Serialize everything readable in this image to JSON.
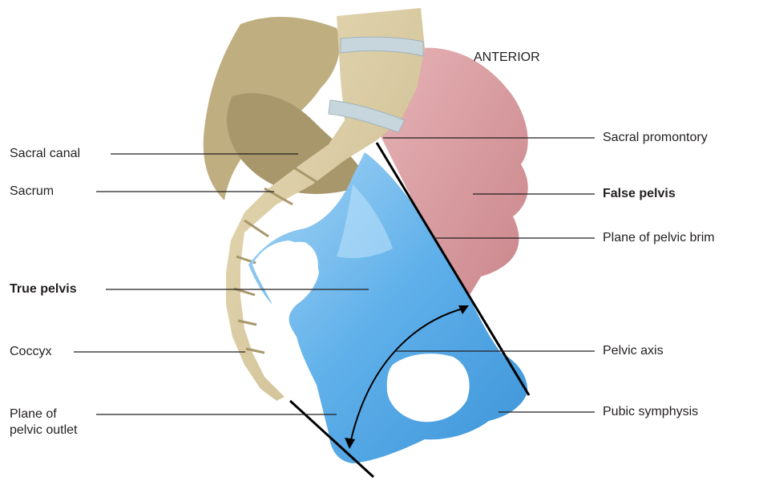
{
  "orientation_label": "ANTERIOR",
  "left_labels": [
    {
      "text": "Sacral canal",
      "bold": false
    },
    {
      "text": "Sacrum",
      "bold": false
    },
    {
      "text": "True pelvis",
      "bold": true
    },
    {
      "text": "Coccyx",
      "bold": false
    },
    {
      "text": "Plane of pelvic outlet",
      "line1": "Plane of",
      "line2": "pelvic outlet",
      "bold": false
    }
  ],
  "right_labels": [
    {
      "text": "Sacral promontory",
      "bold": false
    },
    {
      "text": "False pelvis",
      "bold": true
    },
    {
      "text": "Plane of pelvic brim",
      "bold": false
    },
    {
      "text": "Pelvic axis",
      "bold": false
    },
    {
      "text": "Pubic symphysis",
      "bold": false
    }
  ],
  "colors": {
    "bone": "#d9c9a0",
    "bone_dark": "#b8a57a",
    "hip_bone": "#5aa9e6",
    "hip_bone_light": "#9fd0f3",
    "false_pelvis": "#d89aa0",
    "disc": "#c7d6dc",
    "leader_line": "#231f20"
  }
}
